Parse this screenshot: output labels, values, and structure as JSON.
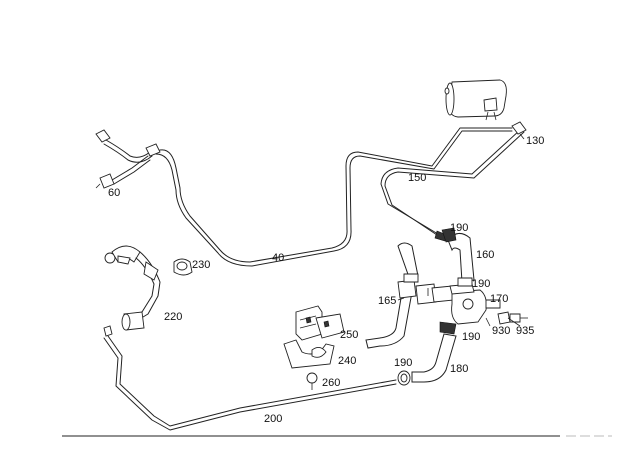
{
  "diagram": {
    "part_numbers": {
      "p40": "40",
      "p60": "60",
      "p130": "130",
      "p150": "150",
      "p160": "160",
      "p165": "165",
      "p170": "170",
      "p180": "180",
      "p190a": "190",
      "p190b": "190",
      "p190c": "190",
      "p190d": "190",
      "p200": "200",
      "p220": "220",
      "p230": "230",
      "p240": "240",
      "p250": "250",
      "p260": "260",
      "p930": "930",
      "p935": "935"
    }
  }
}
